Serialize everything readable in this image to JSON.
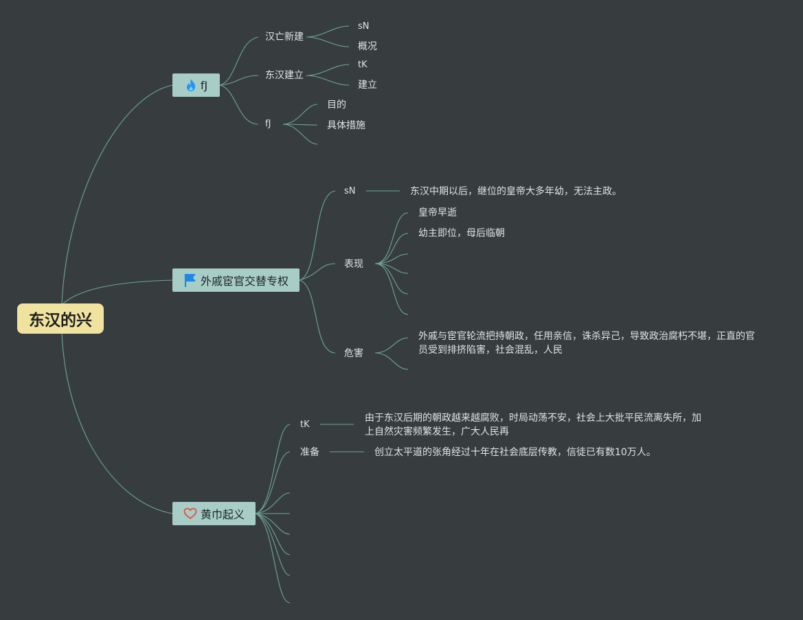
{
  "root": {
    "label": "东汉的兴"
  },
  "branches": [
    {
      "label": "fJ",
      "icon": "fire-icon",
      "children": [
        {
          "label": "汉亡新建",
          "children": [
            "sN",
            "概况"
          ]
        },
        {
          "label": "东汉建立",
          "children": [
            "tK",
            "建立"
          ]
        },
        {
          "label": "fJ",
          "children": [
            "目的",
            "具体措施"
          ]
        }
      ]
    },
    {
      "label": "外戚宦官交替专权",
      "icon": "flag-icon",
      "children": [
        {
          "label": "sN",
          "text": "东汉中期以后，继位的皇帝大多年幼，无法主政。"
        },
        {
          "label": "表现",
          "children": [
            "皇帝早逝",
            "幼主即位，母后临朝"
          ]
        },
        {
          "label": "危害",
          "text": "外戚与宦官轮流把持朝政，任用亲信，诛杀异己，导致政治腐朽不堪，正直的官员受到排挤陷害，社会混乱，人民"
        }
      ]
    },
    {
      "label": "黄巾起义",
      "icon": "heart-icon",
      "children": [
        {
          "label": "tK",
          "text": "由于东汉后期的朝政越来越腐败，时局动荡不安，社会上大批平民流离失所，加上自然灾害频繁发生，广大人民再"
        },
        {
          "label": "准备",
          "text": "创立太平道的张角经过十年在社会底层传教，信徒已有数10万人。"
        }
      ]
    }
  ],
  "colors": {
    "background": "#373d3f",
    "line": "#6fa596",
    "root_fill": "#f0e3a0",
    "branch_fill": "#a8cdc6",
    "fire": "#2196f3",
    "flag": "#1e88e5",
    "heart": "#e0503c"
  }
}
